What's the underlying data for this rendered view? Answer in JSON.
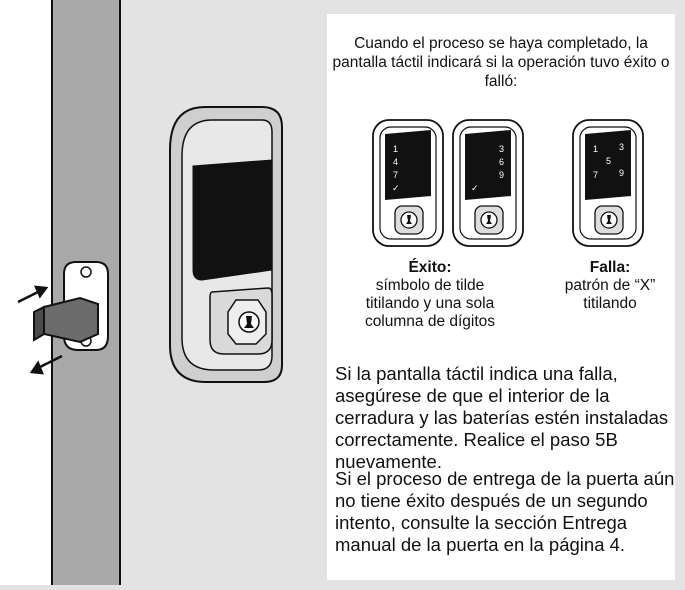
{
  "panel": {
    "intro": "Cuando el proceso se haya completado, la pantalla táctil indicará si la operación tuvo éxito o falló:",
    "success": {
      "title": "Éxito:",
      "text": "símbolo de tilde titilando y una sola columna de dígitos"
    },
    "failure": {
      "title": "Falla:",
      "text": "patrón de “X” titilando"
    },
    "paragraph1": "Si la pantalla táctil indica una falla, asegúrese de que el interior de la cerradura y las baterías estén instaladas correctamente. Realice el paso 5B nuevamente.",
    "paragraph2": "Si el proceso de entrega de la puerta aún no tiene éxito después de un segundo intento, consulte la sección Entrega manual de la puerta en la página 4."
  },
  "keypads": {
    "left_column": [
      "1",
      "4",
      "7",
      "✓"
    ],
    "right_column": [
      "3",
      "6",
      "9",
      "✓"
    ],
    "x_pattern": [
      "1",
      "3",
      "5",
      "7",
      "9"
    ]
  }
}
